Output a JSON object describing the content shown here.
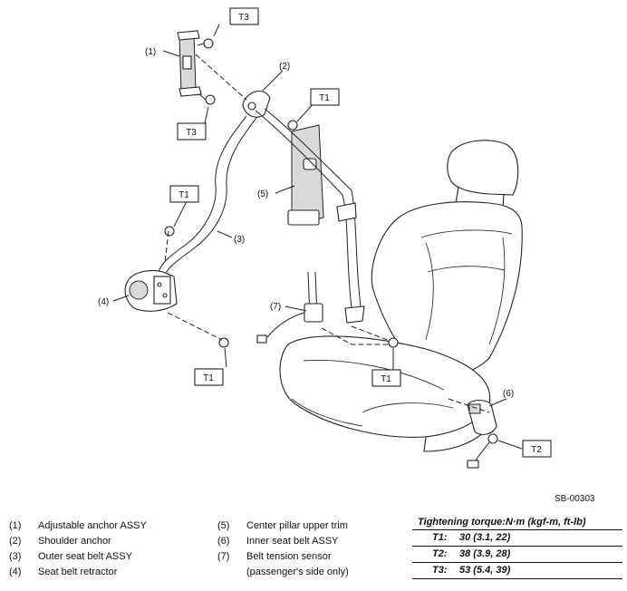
{
  "callouts": {
    "c1": "(1)",
    "c2": "(2)",
    "c3": "(3)",
    "c4": "(4)",
    "c5": "(5)",
    "c6": "(6)",
    "c7": "(7)"
  },
  "torque_tags": {
    "t3_top": "T3",
    "t3_mid": "T3",
    "t1_pillar": "T1",
    "t1_upper_left": "T1",
    "t1_lower_left": "T1",
    "t1_seat": "T1",
    "t2_buckle": "T2"
  },
  "reference": "SB-00303",
  "legend": [
    {
      "num": "(1)",
      "label": "Adjustable anchor ASSY"
    },
    {
      "num": "(2)",
      "label": "Shoulder anchor"
    },
    {
      "num": "(3)",
      "label": "Outer seat belt ASSY"
    },
    {
      "num": "(4)",
      "label": "Seat belt retractor"
    },
    {
      "num": "(5)",
      "label": "Center pillar upper trim"
    },
    {
      "num": "(6)",
      "label": "Inner seat belt ASSY"
    },
    {
      "num": "(7)",
      "label": "Belt tension sensor"
    },
    {
      "num": "",
      "label": "(passenger's side only)"
    }
  ],
  "torque": {
    "title": "Tightening torque:N·m (kgf-m, ft-lb)",
    "rows": [
      {
        "key": "T1:",
        "value": "30 (3.1, 22)"
      },
      {
        "key": "T2:",
        "value": "38 (3.9, 28)"
      },
      {
        "key": "T3:",
        "value": "53 (5.4, 39)"
      }
    ]
  }
}
